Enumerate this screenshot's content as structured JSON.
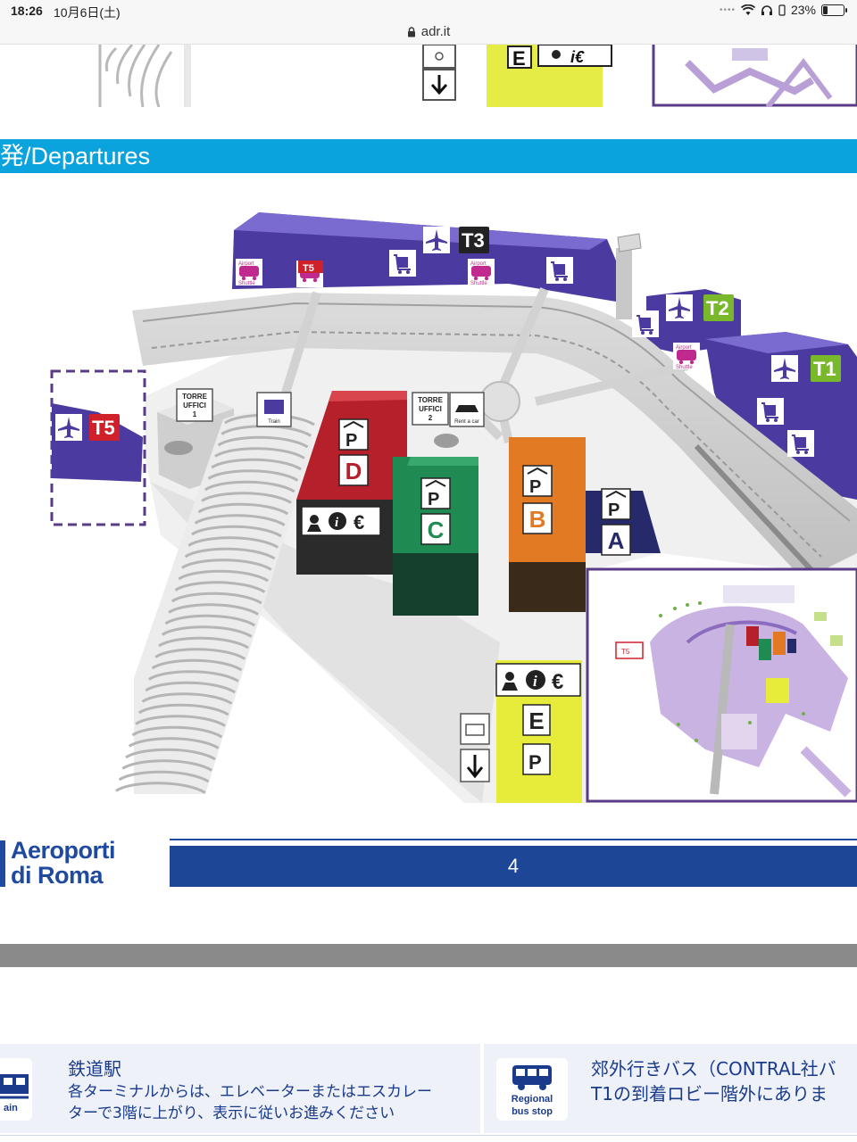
{
  "status_bar": {
    "time": "18:26",
    "date": "10月6日(土)",
    "battery_percent": "23%",
    "battery_level": 0.23
  },
  "url_bar": {
    "url": "adr.it"
  },
  "section": {
    "title": "発/Departures"
  },
  "map": {
    "terminals": {
      "t3": "T3",
      "t2": "T2",
      "t1": "T1",
      "t5_shuttle": "T5",
      "t5_left": "T5"
    },
    "shuttle_label_1": "Airport",
    "shuttle_label_2": "Shuttle",
    "torre_uffici_1": [
      "TORRE",
      "UFFICI",
      "1"
    ],
    "torre_uffici_2": [
      "TORRE",
      "UFFICI",
      "2"
    ],
    "train_label": "Train",
    "rent_car_label": "Rent a car",
    "parking": {
      "d": "D",
      "c": "C",
      "b": "B",
      "a": "A",
      "e": "E",
      "p_symbol": "P"
    },
    "euro_symbol": "€",
    "info_symbol": "i",
    "colors": {
      "terminal_purple": "#4b3aa0",
      "parking_d": "#b5202a",
      "parking_c": "#1f8a52",
      "parking_b": "#e27a23",
      "parking_a": "#262a6b",
      "parking_e": "#e6ec39",
      "t1_t2_green": "#7ab82b",
      "t3_t5_red": "#d0212b",
      "banner_blue": "#0aa3dd"
    }
  },
  "footer": {
    "brand_line1": "Aeroporti",
    "brand_line2": "di Roma",
    "page_number": "4"
  },
  "cards": {
    "train": {
      "icon_label": "ain",
      "title": "鉄道駅",
      "line1": "各ターミナルからは、エレベーターまたはエスカレー",
      "line2": "ターで3階に上がり、表示に従いお進みください"
    },
    "bus": {
      "icon_label_1": "Regional",
      "icon_label_2": "bus stop",
      "title": "郊外行きバス（CONTRAL社バ",
      "line1": "T1の到着ロビー階外にありま"
    }
  }
}
